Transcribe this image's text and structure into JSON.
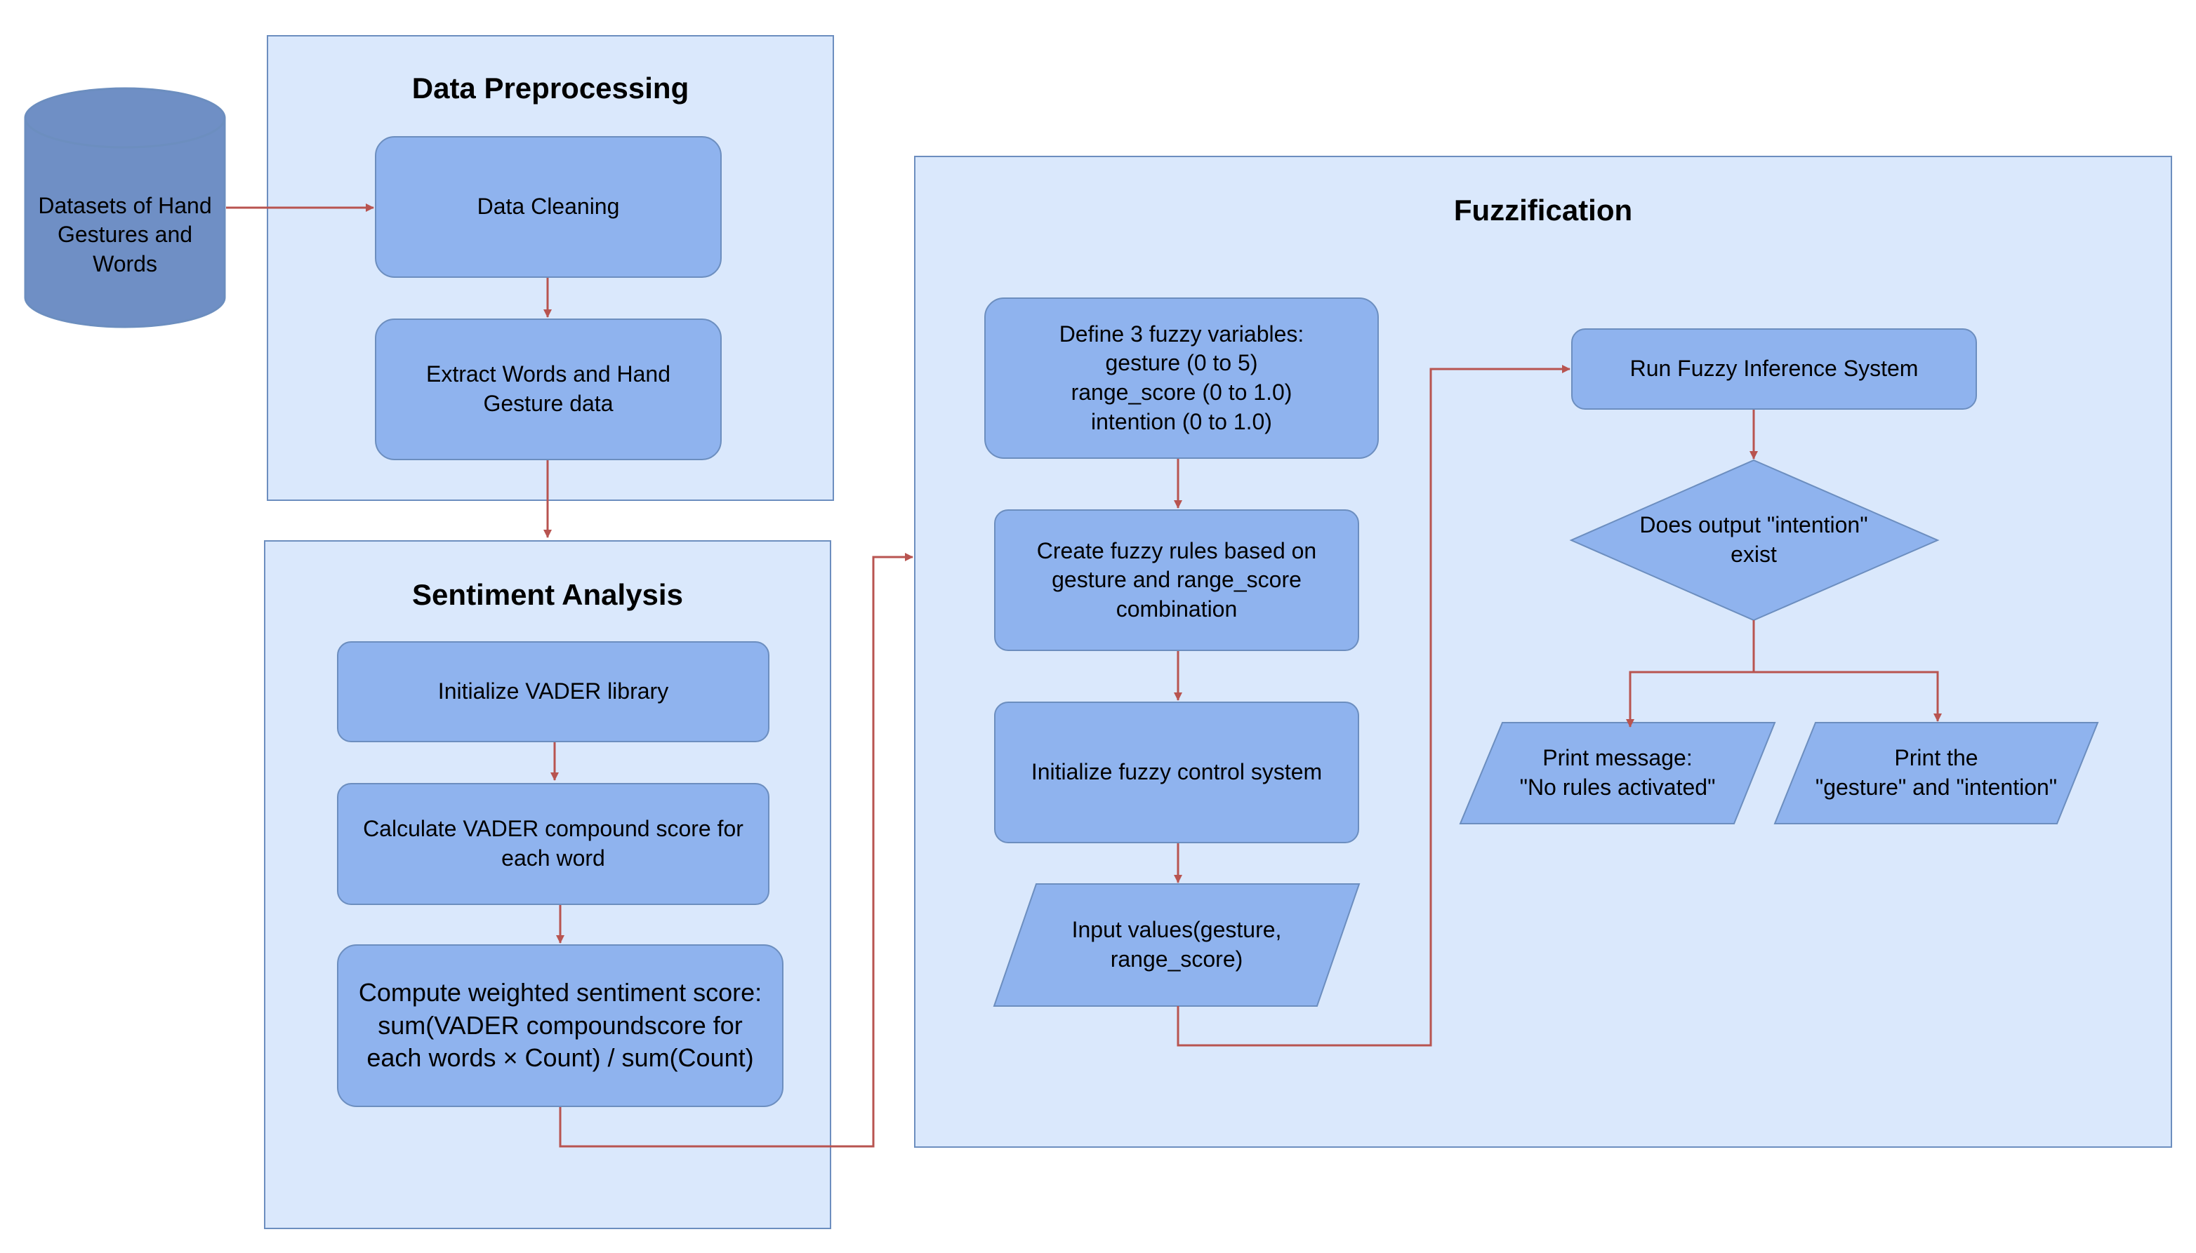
{
  "source": {
    "label": "Datasets of Hand\nGestures and\nWords"
  },
  "preprocessing": {
    "title": "Data Preprocessing",
    "cleaning": "Data Cleaning",
    "extract": "Extract Words and Hand\nGesture data"
  },
  "sentiment": {
    "title": "Sentiment Analysis",
    "init": "Initialize VADER library",
    "calc": "Calculate VADER compound score for\neach word",
    "compute": "Compute weighted sentiment score:\nsum(VADER compoundscore for\neach words × Count) / sum(Count)"
  },
  "fuzzification": {
    "title": "Fuzzification",
    "define": "Define 3 fuzzy variables:\ngesture (0 to 5)\nrange_score (0 to 1.0)\nintention (0 to 1.0)",
    "rules": "Create fuzzy rules based on\ngesture and range_score\ncombination",
    "init_control": "Initialize fuzzy control system",
    "input": "Input values(gesture,\nrange_score)",
    "run": "Run Fuzzy Inference System",
    "decision": "Does output \"intention\"\nexist",
    "no_rules": "Print message:\n\"No rules activated\"",
    "print_output": "Print the\n\"gesture\" and \"intention\""
  },
  "colors": {
    "region_fill": "#dae8fc",
    "region_stroke": "#6c8ebf",
    "node_fill": "#8fb3ee",
    "database_fill": "#6f8fc5",
    "arrow": "#b85450"
  }
}
